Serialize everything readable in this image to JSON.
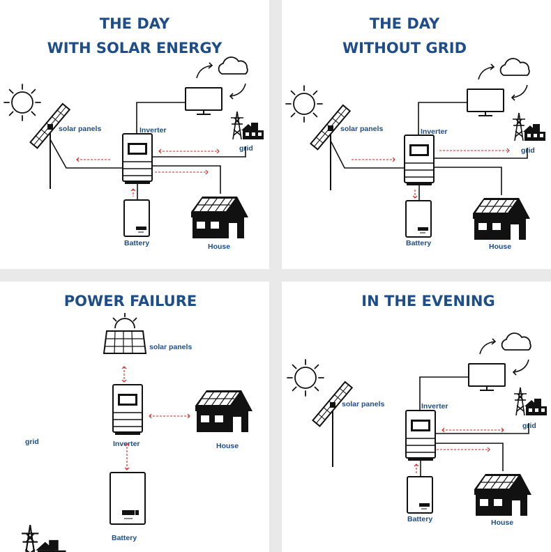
{
  "colors": {
    "title": "#1d4e89",
    "label": "#1d4e89",
    "flow": "#d92020",
    "background": "#e9e9e9",
    "panel": "#ffffff"
  },
  "panels": [
    {
      "title_line1": "THE DAY",
      "title_line2": "WITH SOLAR ENERGY",
      "labels": {
        "solar": "solar panels",
        "inverter": "Inverter",
        "grid": "grid",
        "battery": "Battery",
        "house": "House"
      }
    },
    {
      "title_line1": "THE DAY",
      "title_line2": "WITHOUT GRID",
      "labels": {
        "solar": "solar panels",
        "inverter": "Inverter",
        "grid": "grid",
        "battery": "Battery",
        "house": "House"
      }
    },
    {
      "title_line1": "POWER FAILURE",
      "labels": {
        "solar": "solar panels",
        "inverter": "Inverter",
        "grid": "grid",
        "battery": "Battery",
        "house": "House"
      }
    },
    {
      "title_line1": "IN THE EVENING",
      "labels": {
        "solar": "solar panels",
        "inverter": "Inverter",
        "grid": "grid",
        "battery": "Battery",
        "house": "House"
      }
    }
  ]
}
